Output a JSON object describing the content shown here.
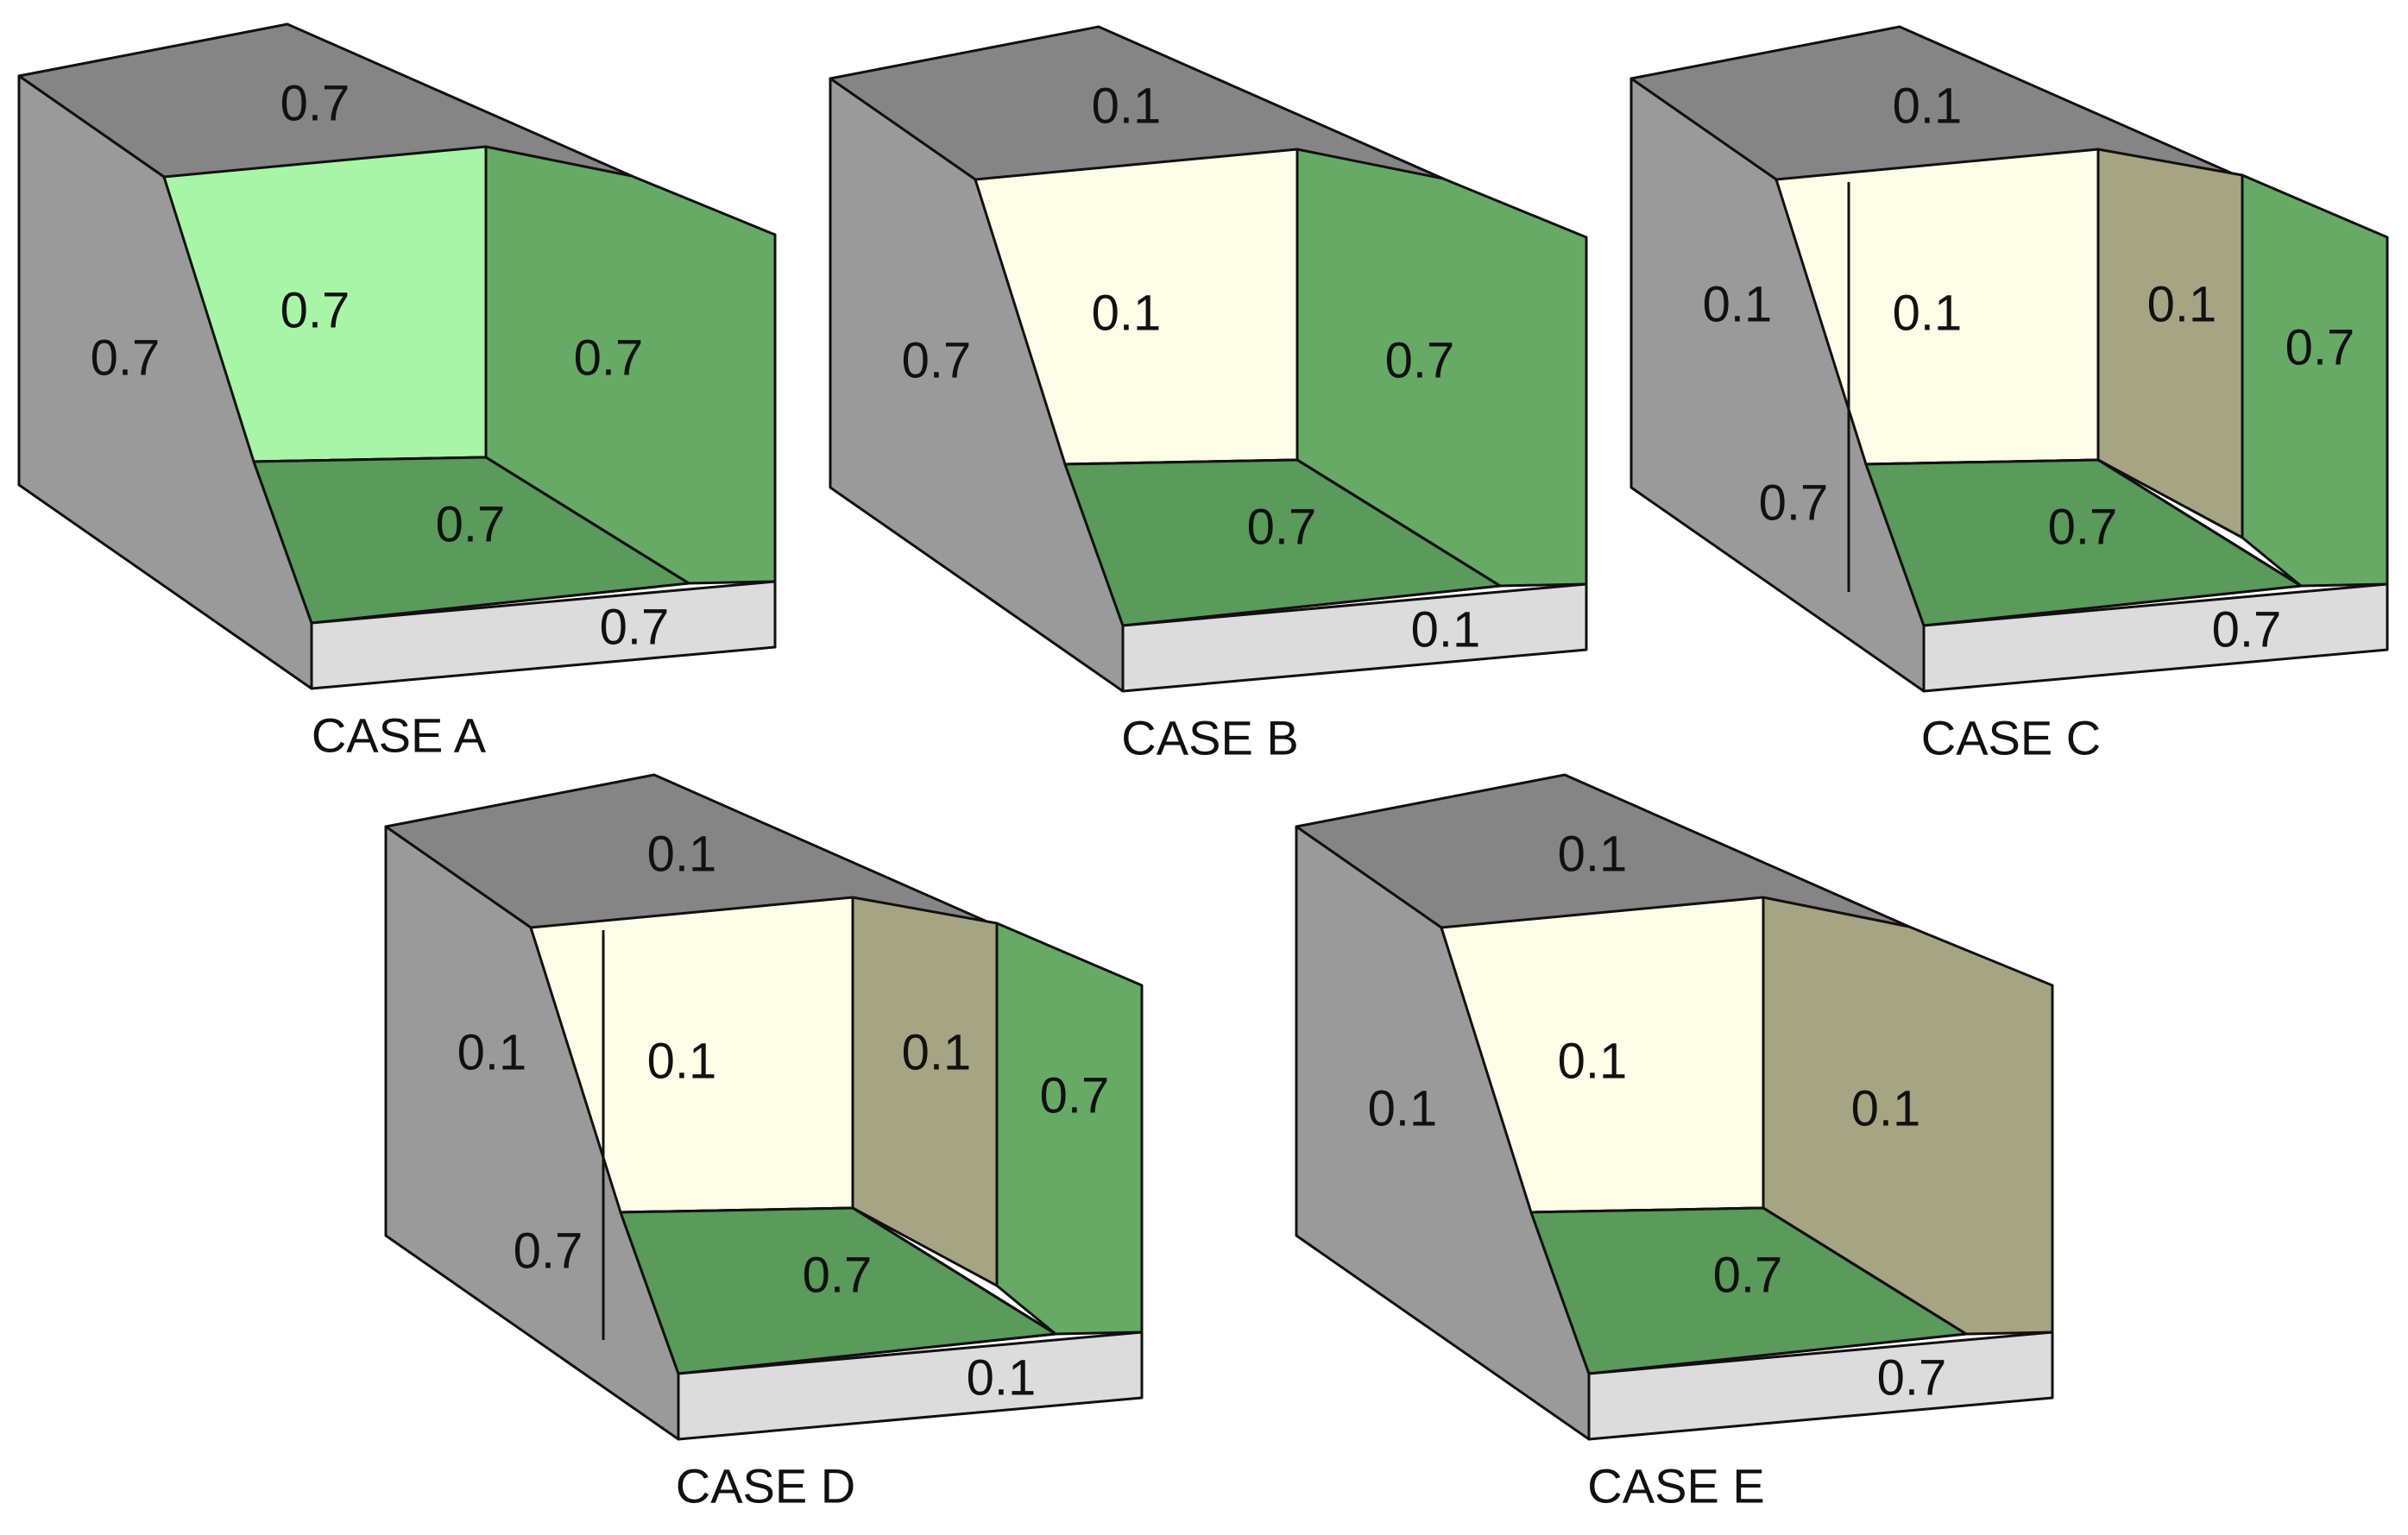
{
  "colors": {
    "top": "#858585",
    "side": "#9a9a9a",
    "side_lower": "#9a9a9a",
    "sill": "#dcdcdc",
    "ceiling_high": "#a8f5a8",
    "ceiling_low": "#fefee8",
    "floor": "#5a9a5a",
    "wall_high": "#66aa66",
    "wall_low": "#a6a583"
  },
  "cases": [
    {
      "caption": "CASE A",
      "split_side": false,
      "split_wall": false,
      "values": {
        "top": "0.7",
        "side": "0.7",
        "ceiling": "0.7",
        "wall": "0.7",
        "floor": "0.7",
        "sill": "0.7"
      },
      "tones": {
        "ceiling": "high",
        "wall": "high"
      }
    },
    {
      "caption": "CASE B",
      "split_side": false,
      "split_wall": false,
      "values": {
        "top": "0.1",
        "side": "0.7",
        "ceiling": "0.1",
        "wall": "0.7",
        "floor": "0.7",
        "sill": "0.1"
      },
      "tones": {
        "ceiling": "low",
        "wall": "high"
      }
    },
    {
      "caption": "CASE C",
      "split_side": true,
      "split_wall": true,
      "values": {
        "top": "0.1",
        "side_upper": "0.1",
        "side_lower": "0.7",
        "ceiling": "0.1",
        "wall_inner": "0.1",
        "wall_outer": "0.7",
        "floor": "0.7",
        "sill": "0.7"
      },
      "tones": {
        "ceiling": "low",
        "wall_inner": "low",
        "wall_outer": "high"
      }
    },
    {
      "caption": "CASE D",
      "split_side": true,
      "split_wall": true,
      "values": {
        "top": "0.1",
        "side_upper": "0.1",
        "side_lower": "0.7",
        "ceiling": "0.1",
        "wall_inner": "0.1",
        "wall_outer": "0.7",
        "floor": "0.7",
        "sill": "0.1"
      },
      "tones": {
        "ceiling": "low",
        "wall_inner": "low",
        "wall_outer": "high"
      }
    },
    {
      "caption": "CASE E",
      "split_side": false,
      "split_wall": false,
      "values": {
        "top": "0.1",
        "side": "0.1",
        "ceiling": "0.1",
        "wall": "0.1",
        "floor": "0.7",
        "sill": "0.7"
      },
      "tones": {
        "ceiling": "low",
        "wall": "low"
      }
    }
  ]
}
